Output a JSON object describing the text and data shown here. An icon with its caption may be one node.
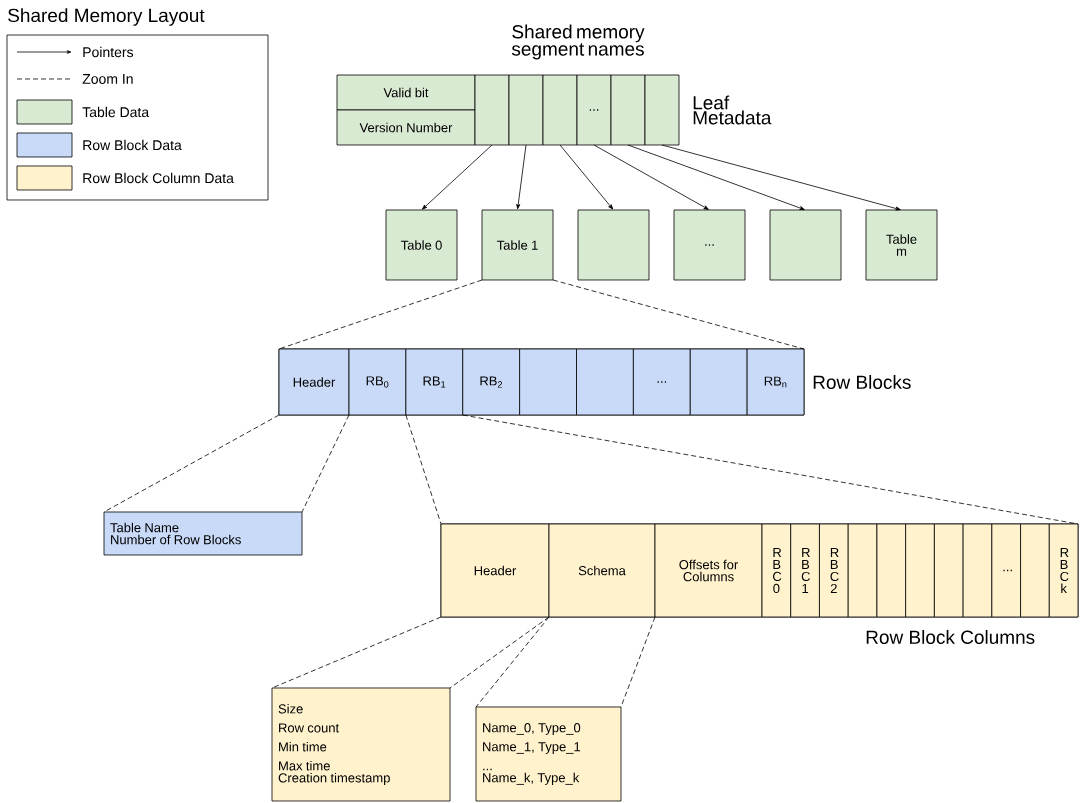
{
  "diagram": {
    "title": "Shared Memory Layout",
    "nodes": [
      {
        "text": [
          "Valid bit"
        ]
      },
      {
        "text": [
          "Version Number"
        ]
      },
      {
        "text": [],
        "shape": "box"
      },
      {
        "text": [],
        "shape": "box"
      },
      {
        "text": [],
        "shape": "box"
      },
      {
        "text": [
          "..."
        ]
      },
      {
        "text": [],
        "shape": "box"
      },
      {
        "text": [],
        "shape": "box"
      },
      {
        "text": [
          "Table 0"
        ]
      },
      {
        "text": [
          "Table 1"
        ]
      },
      {
        "text": [],
        "shape": "box"
      },
      {
        "text": [
          "..."
        ]
      },
      {
        "text": [],
        "shape": "box"
      },
      {
        "text": [
          "Table m"
        ]
      },
      {
        "text": [],
        "shape": "box",
        "beside": [
          "Row Blocks"
        ]
      },
      {
        "text": [
          "Header"
        ],
        "in": 14
      },
      {
        "text": [
          "RB$_{0}$"
        ],
        "in": 14
      },
      {
        "text": [
          "RB$_{1}$"
        ],
        "in": 14
      },
      {
        "text": [
          "RB$_{2}$"
        ],
        "in": 14
      },
      {
        "text": [],
        "shape": "box",
        "in": 14
      },
      {
        "text": [],
        "shape": "box",
        "in": 14
      },
      {
        "text": [
          "..."
        ],
        "in": 14
      },
      {
        "text": [],
        "shape": "box",
        "in": 14
      },
      {
        "text": [
          "RB$_{n}$"
        ],
        "in": 14
      },
      {
        "text": [
          "Table Name",
          "Number of Row Blocks"
        ]
      },
      {
        "text": [],
        "shape": "box",
        "beside": [
          "Row Block Columns"
        ]
      },
      {
        "text": [
          "Header"
        ],
        "in": 25
      },
      {
        "text": [
          "Schema"
        ],
        "in": 25
      },
      {
        "text": [
          "Offsets for Columns"
        ],
        "in": 25
      },
      {
        "text": [
          "R B C 0"
        ],
        "in": 25
      },
      {
        "text": [
          "R B C 1"
        ],
        "in": 25
      },
      {
        "text": [
          "R B C 2"
        ],
        "in": 25
      },
      {
        "text": [],
        "shape": "box",
        "in": 25
      },
      {
        "text": [],
        "shape": "box",
        "in": 25
      },
      {
        "text": [],
        "shape": "box",
        "in": 25
      },
      {
        "text": [],
        "shape": "box",
        "in": 25
      },
      {
        "text": [],
        "shape": "box",
        "in": 25
      },
      {
        "text": [
          "..."
        ],
        "in": 25
      },
      {
        "text": [],
        "shape": "box",
        "in": 25
      },
      {
        "text": [
          "R B C k"
        ],
        "in": 25
      },
      {
        "text": [
          "Size",
          "Row count",
          "Min time",
          "Max time",
          "Creation timestamp"
        ]
      },
      {
        "text": [
          "Name_0, Type_0",
          "Name_1, Type_1",
          "...",
          "Name_k, Type_k"
        ]
      }
    ],
    "edges": [
      {
        "from": 2,
        "to": 8,
        "arrow": "to"
      },
      {
        "from": 3,
        "to": 9,
        "arrow": "to"
      },
      {
        "from": 4,
        "to": 10,
        "arrow": "to"
      },
      {
        "from": 5,
        "to": 11,
        "arrow": "to"
      },
      {
        "from": 6,
        "to": 12,
        "arrow": "to"
      },
      {
        "from": 7,
        "to": 13,
        "arrow": "to"
      },
      {
        "from": 9,
        "to": 14,
        "arrow": "none",
        "style": "dashed"
      },
      {
        "from": 9,
        "to": 14,
        "arrow": "none",
        "style": "dashed"
      },
      {
        "from": 15,
        "to": 24,
        "arrow": "none",
        "style": "dashed"
      },
      {
        "from": 15,
        "to": 24,
        "arrow": "none",
        "style": "dashed"
      },
      {
        "from": 17,
        "to": 25,
        "arrow": "none",
        "style": "dashed"
      },
      {
        "from": 17,
        "to": 25,
        "arrow": "none",
        "style": "dashed"
      },
      {
        "from": 26,
        "to": 40,
        "arrow": "none",
        "style": "dashed"
      },
      {
        "from": 26,
        "to": 40,
        "arrow": "none",
        "style": "dashed"
      },
      {
        "from": 27,
        "to": 41,
        "arrow": "none",
        "style": "dashed"
      },
      {
        "from": 27,
        "to": 41,
        "arrow": "none",
        "style": "dashed"
      }
    ],
    "labels": [
      "Shared memory segment names",
      "Leaf Metadata"
    ],
    "legend": [
      {
        "text": "Pointers"
      },
      {
        "text": "Zoom In"
      },
      {
        "text": "Table Data",
        "color": "#d9ead3"
      },
      {
        "text": "Row Block Data",
        "color": "#c9daf8"
      },
      {
        "text": "Row Block Column Data",
        "color": "#fff2cc"
      }
    ]
  }
}
